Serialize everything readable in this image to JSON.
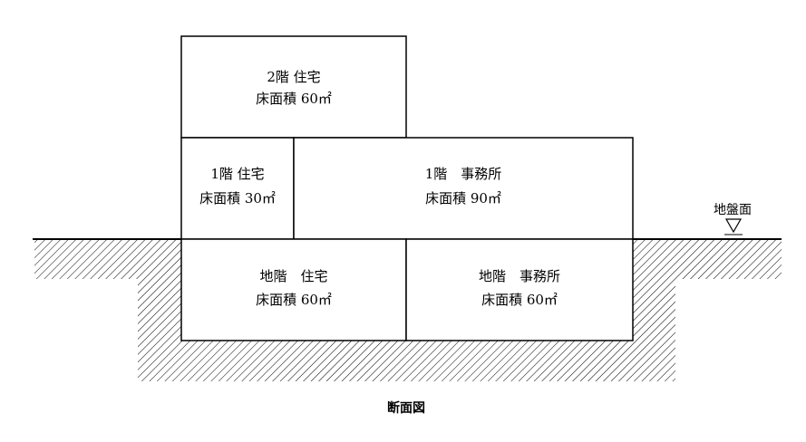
{
  "rooms": {
    "second_floor_residence": {
      "name": "2階 住宅",
      "area": "床面積 60㎡"
    },
    "first_floor_residence": {
      "name": "1階 住宅",
      "area": "床面積 30㎡"
    },
    "first_floor_office": {
      "name": "1階　事務所",
      "area": "床面積 90㎡"
    },
    "basement_residence": {
      "name": "地階　住宅",
      "area": "床面積 60㎡"
    },
    "basement_office": {
      "name": "地階　事務所",
      "area": "床面積 60㎡"
    }
  },
  "ground_level_label": "地盤面",
  "caption": "断面図"
}
